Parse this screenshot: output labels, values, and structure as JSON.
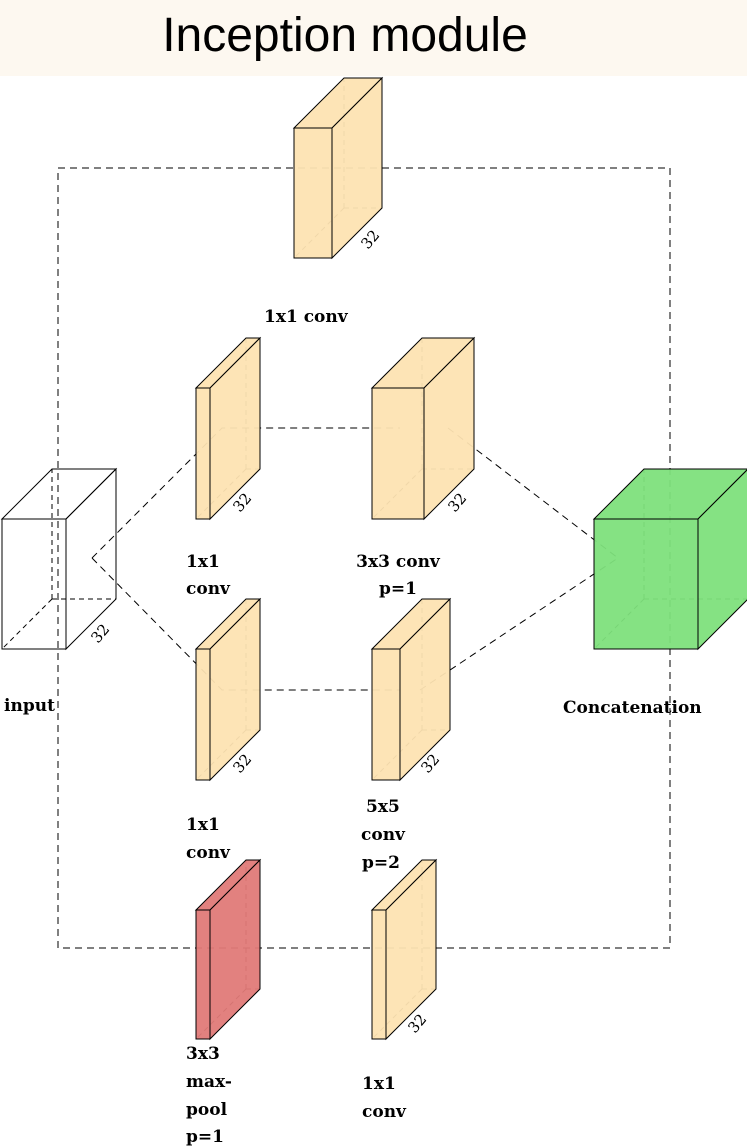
{
  "title": "Inception module",
  "colors": {
    "conv": "#fde3b2",
    "pool": "#e07a78",
    "concat": "#7ee07c",
    "input": "#ffffff",
    "title_bg": "#fdf8f0"
  },
  "blocks": {
    "top_conv": {
      "depth_label": "32",
      "label_lines": [
        "1x1 conv"
      ]
    },
    "branch1_reduce": {
      "depth_label": "32",
      "label_lines": [
        "1x1",
        "conv"
      ]
    },
    "branch1_conv": {
      "depth_label": "32",
      "label_lines": [
        "3x3 conv",
        "p=1"
      ]
    },
    "branch2_reduce": {
      "depth_label": "32",
      "label_lines": [
        "1x1",
        "conv"
      ]
    },
    "branch2_conv": {
      "depth_label": "32",
      "label_lines": [
        "5x5",
        "conv",
        "p=2"
      ]
    },
    "pool": {
      "label_lines": [
        "3x3",
        "max-",
        "pool",
        "p=1"
      ]
    },
    "pool_proj": {
      "depth_label": "32",
      "label_lines": [
        "1x1",
        "conv"
      ]
    },
    "input": {
      "depth_label": "32",
      "label_lines": [
        "input"
      ]
    },
    "concat": {
      "label_lines": [
        "Concatenation"
      ]
    }
  }
}
